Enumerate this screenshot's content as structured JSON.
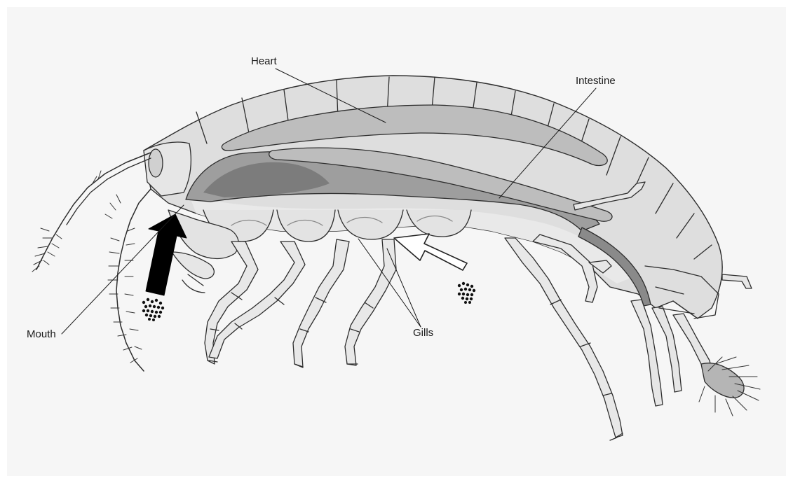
{
  "labels": {
    "heart": "Heart",
    "intestine": "Intestine",
    "mouth": "Mouth",
    "gills": "Gills"
  },
  "arrows": {
    "intake_color": "#000000",
    "outflow_color": "#ffffff"
  }
}
